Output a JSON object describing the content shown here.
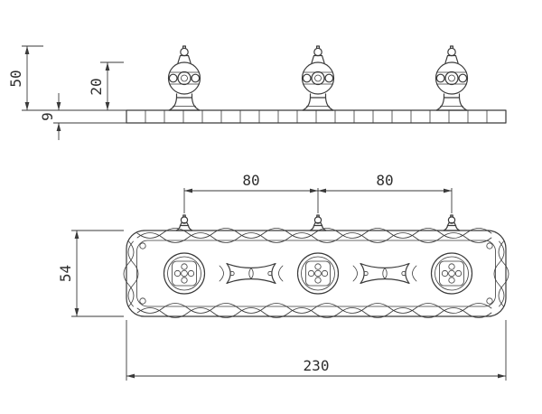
{
  "drawing": {
    "background": "#ffffff",
    "line_color": "#3a3a3a",
    "dimensions": {
      "overall_height": "50",
      "knob_height": "20",
      "rail_thickness": "9",
      "spacing_left": "80",
      "spacing_right": "80",
      "plate_depth": "54",
      "overall_width": "230"
    }
  }
}
